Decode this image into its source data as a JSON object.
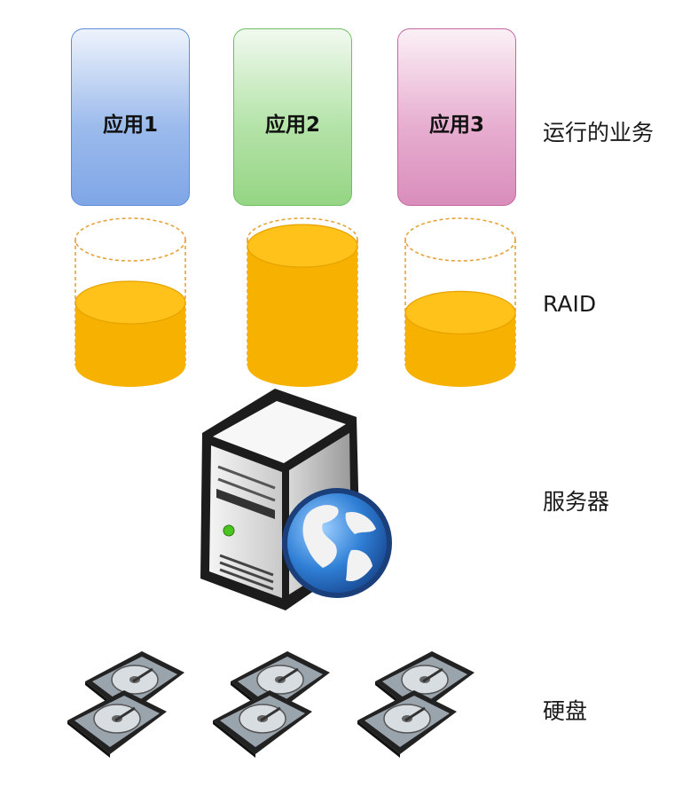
{
  "apps": [
    {
      "label": "应用1"
    },
    {
      "label": "应用2"
    },
    {
      "label": "应用3"
    }
  ],
  "layers": {
    "business": "运行的业务",
    "raid": "RAID",
    "server": "服务器",
    "disk": "硬盘"
  },
  "raid_fill_levels": [
    0.5,
    0.95,
    0.42
  ],
  "colors": {
    "app1": "#8fb2ea",
    "app2": "#a7dd98",
    "app3": "#e3a3c8",
    "raid_fill": "#f7b100",
    "raid_outline": "#e7a33a"
  },
  "icons": {
    "server": "server-tower-icon",
    "globe": "globe-icon",
    "disk": "hard-disk-icon"
  }
}
